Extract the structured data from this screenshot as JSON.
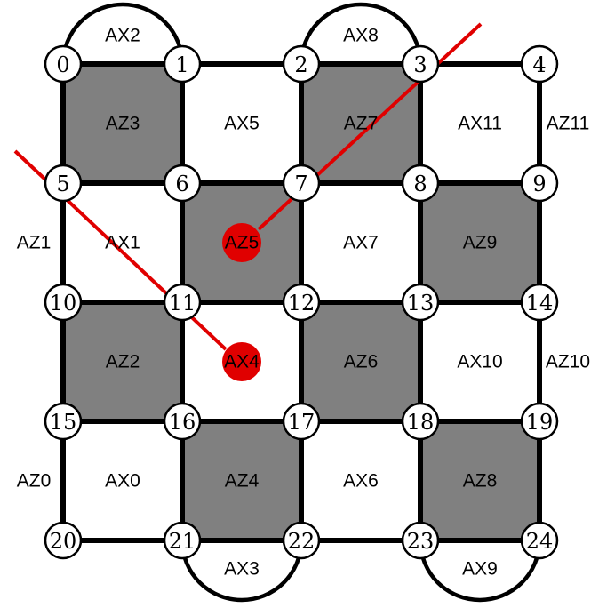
{
  "colors": {
    "z_fill": "#808080",
    "x_fill": "#ffffff",
    "edge": "#000000",
    "node_fill": "#ffffff",
    "error": "#e00000"
  },
  "nodes": [
    "0",
    "1",
    "2",
    "3",
    "4",
    "5",
    "6",
    "7",
    "8",
    "9",
    "10",
    "11",
    "12",
    "13",
    "14",
    "15",
    "16",
    "17",
    "18",
    "19",
    "20",
    "21",
    "22",
    "23",
    "24"
  ],
  "plaquettes": [
    {
      "label": "AZ3",
      "type": "Z",
      "row": 0,
      "col": 0
    },
    {
      "label": "AX5",
      "type": "X",
      "row": 0,
      "col": 1
    },
    {
      "label": "AZ7",
      "type": "Z",
      "row": 0,
      "col": 2
    },
    {
      "label": "AX11",
      "type": "X",
      "row": 0,
      "col": 3
    },
    {
      "label": "AX1",
      "type": "X",
      "row": 1,
      "col": 0
    },
    {
      "label": "AZ5",
      "type": "Z",
      "row": 1,
      "col": 1
    },
    {
      "label": "AX7",
      "type": "X",
      "row": 1,
      "col": 2
    },
    {
      "label": "AZ9",
      "type": "Z",
      "row": 1,
      "col": 3
    },
    {
      "label": "AZ2",
      "type": "Z",
      "row": 2,
      "col": 0
    },
    {
      "label": "AX4",
      "type": "X",
      "row": 2,
      "col": 1
    },
    {
      "label": "AZ6",
      "type": "Z",
      "row": 2,
      "col": 2
    },
    {
      "label": "AX10",
      "type": "X",
      "row": 2,
      "col": 3
    },
    {
      "label": "AX0",
      "type": "X",
      "row": 3,
      "col": 0
    },
    {
      "label": "AZ4",
      "type": "Z",
      "row": 3,
      "col": 1
    },
    {
      "label": "AX6",
      "type": "X",
      "row": 3,
      "col": 2
    },
    {
      "label": "AZ8",
      "type": "Z",
      "row": 3,
      "col": 3
    }
  ],
  "boundary": [
    {
      "label": "AX2",
      "type": "X",
      "from": "0",
      "to": "1",
      "side": "top"
    },
    {
      "label": "AX8",
      "type": "X",
      "from": "2",
      "to": "3",
      "side": "top"
    },
    {
      "label": "AZ11",
      "type": "Z",
      "from": "4",
      "to": "9",
      "side": "right"
    },
    {
      "label": "AZ1",
      "type": "Z",
      "from": "5",
      "to": "10",
      "side": "left"
    },
    {
      "label": "AZ10",
      "type": "Z",
      "from": "14",
      "to": "19",
      "side": "right"
    },
    {
      "label": "AZ0",
      "type": "Z",
      "from": "15",
      "to": "20",
      "side": "left"
    },
    {
      "label": "AX3",
      "type": "X",
      "from": "21",
      "to": "22",
      "side": "bottom"
    },
    {
      "label": "AX9",
      "type": "X",
      "from": "23",
      "to": "24",
      "side": "bottom"
    }
  ],
  "flagged": [
    "AZ5",
    "AX4"
  ]
}
